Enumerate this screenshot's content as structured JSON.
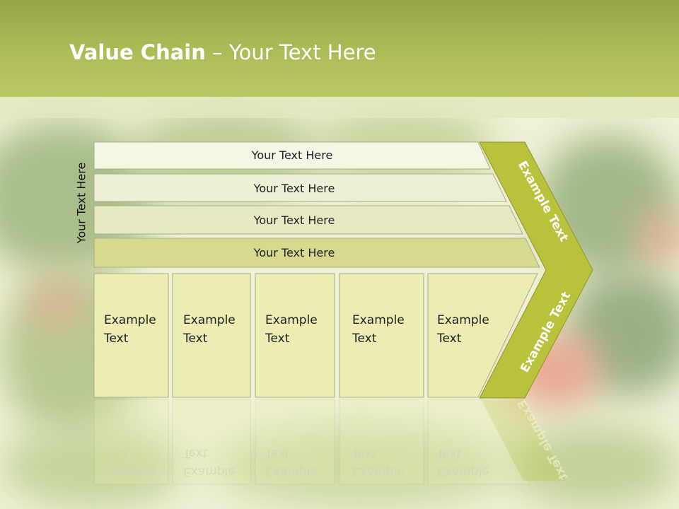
{
  "title": {
    "strong": "Value Chain",
    "rest": " – Your Text Here"
  },
  "side_label": "Your Text Here",
  "rows": [
    {
      "label": "Your Text Here"
    },
    {
      "label": "Your Text Here"
    },
    {
      "label": "Your Text Here"
    },
    {
      "label": "Your Text Here"
    }
  ],
  "boxes": [
    {
      "label": "Example Text"
    },
    {
      "label": "Example Text"
    },
    {
      "label": "Example Text"
    },
    {
      "label": "Example Text"
    },
    {
      "label": "Example Text"
    }
  ],
  "arrow": {
    "upper_label": "Example Text",
    "lower_label": "Example Text"
  },
  "colors": {
    "header": "#aebc57",
    "arrow": "#b8c23a",
    "row_1": "#f4f6e6",
    "row_2": "#eef0d6",
    "row_3": "#e6e9c1",
    "row_4": "#d5da8e",
    "box": "#ecedb2"
  }
}
